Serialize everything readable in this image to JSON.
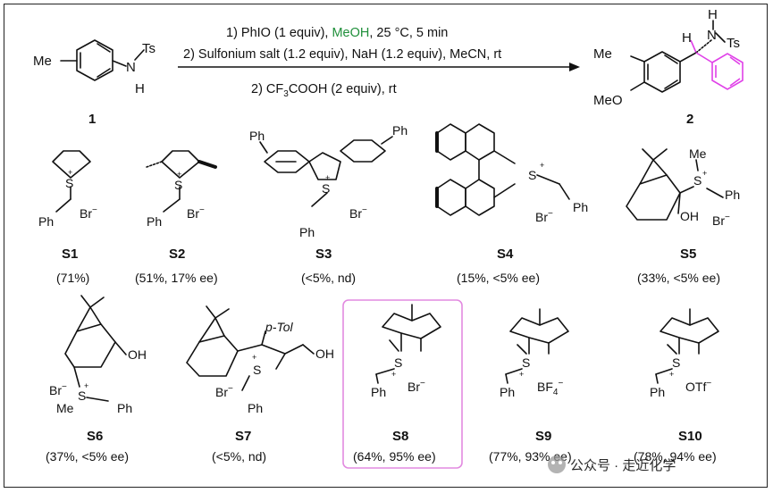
{
  "reaction": {
    "reactant": {
      "me": "Me",
      "n": "N",
      "h": "H",
      "ts": "Ts",
      "number": "1"
    },
    "conditions": {
      "step1_prefix": "1) PhIO (1 equiv), ",
      "step1_meoh": "MeOH",
      "step1_suffix": ", 25 °C, 5 min",
      "step2": "2) Sulfonium salt (1.2 equiv), NaH (1.2 equiv), MeCN, rt",
      "step3_prefix": "2) CF",
      "step3_sub": "3",
      "step3_suffix": "COOH (2 equiv), rt"
    },
    "product": {
      "me": "Me",
      "meo": "MeO",
      "h_pink": "H",
      "h_top": "H",
      "n": "N",
      "ts": "Ts",
      "number": "2"
    }
  },
  "catalysts": [
    {
      "id": "S1",
      "result": "(71%)"
    },
    {
      "id": "S2",
      "result": "(51%, 17% ee)"
    },
    {
      "id": "S3",
      "result": "(<5%, nd)"
    },
    {
      "id": "S4",
      "result": "(15%, <5% ee)"
    },
    {
      "id": "S5",
      "result": "(33%, <5% ee)"
    },
    {
      "id": "S6",
      "result": "(37%, <5% ee)"
    },
    {
      "id": "S7",
      "result": "(<5%, nd)"
    },
    {
      "id": "S8",
      "result": "(64%, 95% ee)"
    },
    {
      "id": "S9",
      "result": "(77%, 93% ee)"
    },
    {
      "id": "S10",
      "result": "(78%, 94% ee)"
    }
  ],
  "atoms": {
    "ph": "Ph",
    "s": "S",
    "plus": "+",
    "br": "Br",
    "minus": "−",
    "me": "Me",
    "oh": "OH",
    "ptol": "p-Tol",
    "bf4": "BF",
    "bf4_sub": "4",
    "otf": "OTf"
  },
  "watermark": "公众号 · 走近化学",
  "colors": {
    "me_blue": "#1a1acc",
    "meoh_green": "#1f8f3a",
    "pink": "#e040e8",
    "highlight_border": "#e28ae0"
  }
}
